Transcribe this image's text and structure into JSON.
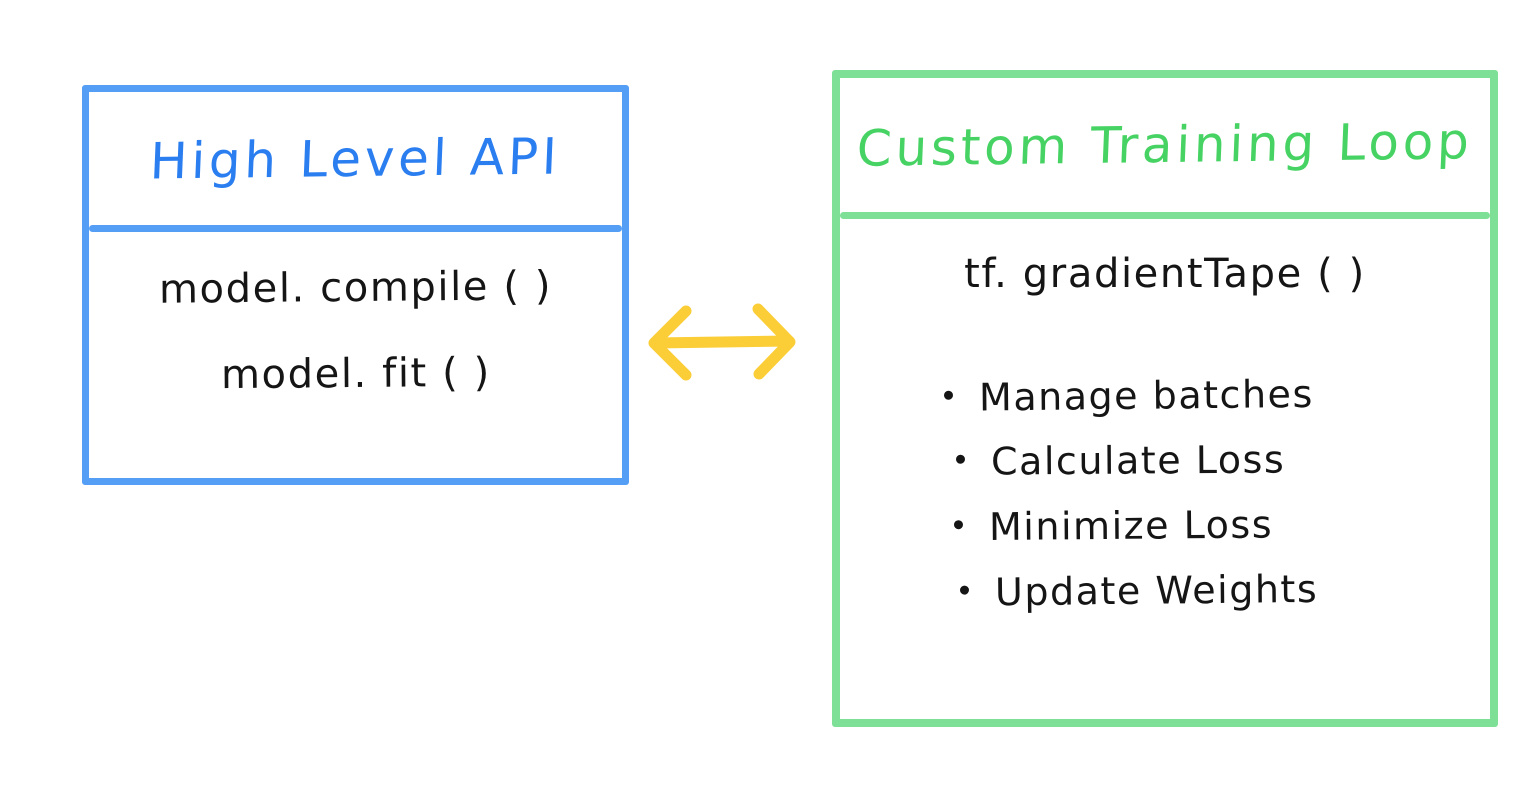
{
  "diagram": {
    "background_color": "#ffffff",
    "style": "hand-drawn whiteboard sketch"
  },
  "panels": [
    {
      "id": "high-level-api",
      "title": "High Level API",
      "accent_color": "#559ef5",
      "title_color": "#2b7ef0",
      "items": [
        "model. compile ( )",
        "model. fit ( )"
      ]
    },
    {
      "id": "custom-training-loop",
      "title": "Custom Training Loop",
      "accent_color": "#7ee096",
      "title_color": "#47d363",
      "api_call": "tf. gradientTape ( )",
      "bullets": [
        "Manage  batches",
        "Calculate  Loss",
        "Minimize  Loss",
        "Update   Weights"
      ]
    }
  ],
  "connector": {
    "name": "double-headed-arrow",
    "color": "#fbcd36",
    "direction": "bidirectional"
  }
}
